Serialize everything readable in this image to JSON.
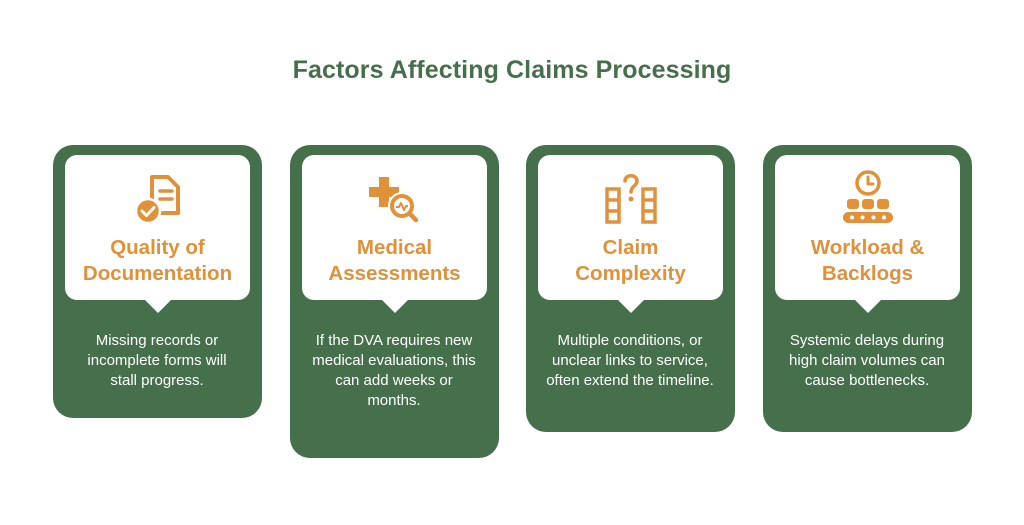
{
  "title": "Factors Affecting Claims Processing",
  "colors": {
    "green": "#466f4c",
    "orange": "#e0913a",
    "white": "#ffffff"
  },
  "cards": [
    {
      "icon": "document-check-icon",
      "title_line1": "Quality of",
      "title_line2": "Documentation",
      "description": "Missing records or incomplete forms will stall progress."
    },
    {
      "icon": "medical-cross-search-icon",
      "title_line1": "Medical",
      "title_line2": "Assessments",
      "description": "If the DVA requires new medical evaluations, this can add weeks or months."
    },
    {
      "icon": "question-columns-icon",
      "title_line1": "Claim",
      "title_line2": "Complexity",
      "description": "Multiple conditions, or unclear links to service, often extend the timeline."
    },
    {
      "icon": "clock-conveyor-icon",
      "title_line1": "Workload &",
      "title_line2": "Backlogs",
      "description": "Systemic delays during high claim volumes can cause bottlenecks."
    }
  ]
}
